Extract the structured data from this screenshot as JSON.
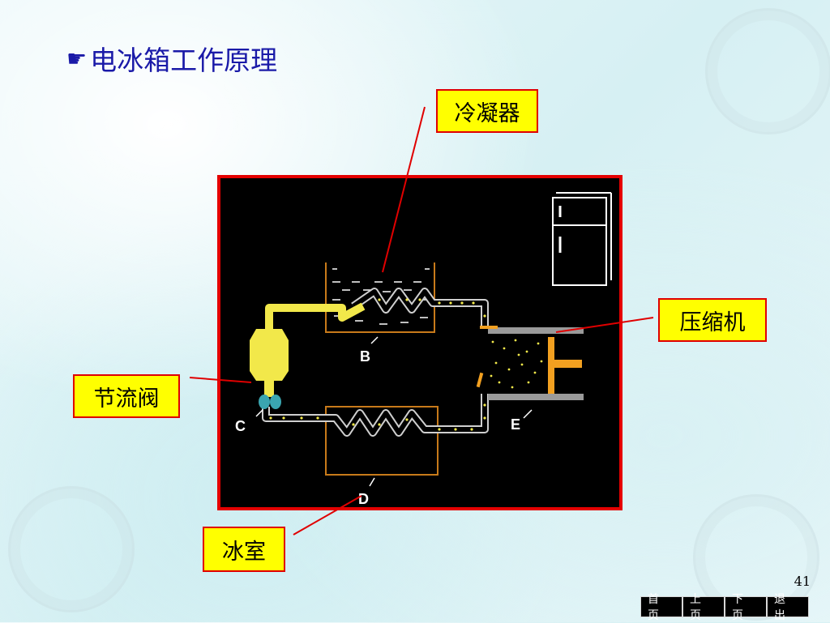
{
  "slide": {
    "title": "电冰箱工作原理",
    "title_icon": "pointing-hand-icon",
    "page_number": "41"
  },
  "callouts": {
    "condenser": "冷凝器",
    "compressor": "压缩机",
    "throttle_valve": "节流阀",
    "freezer": "冰室"
  },
  "diagram": {
    "labels": {
      "b": "B",
      "c": "C",
      "d": "D",
      "e": "E"
    }
  },
  "nav": {
    "first": "首页",
    "prev": "上页",
    "next": "下页",
    "exit": "退出"
  },
  "colors": {
    "title": "#1a1aa8",
    "callout_bg": "#ffff00",
    "callout_border": "#e00000",
    "diagram_bg": "#000000",
    "frame": "#e40000",
    "refrigerant": "#f2e84a",
    "container": "#c87a1a"
  }
}
